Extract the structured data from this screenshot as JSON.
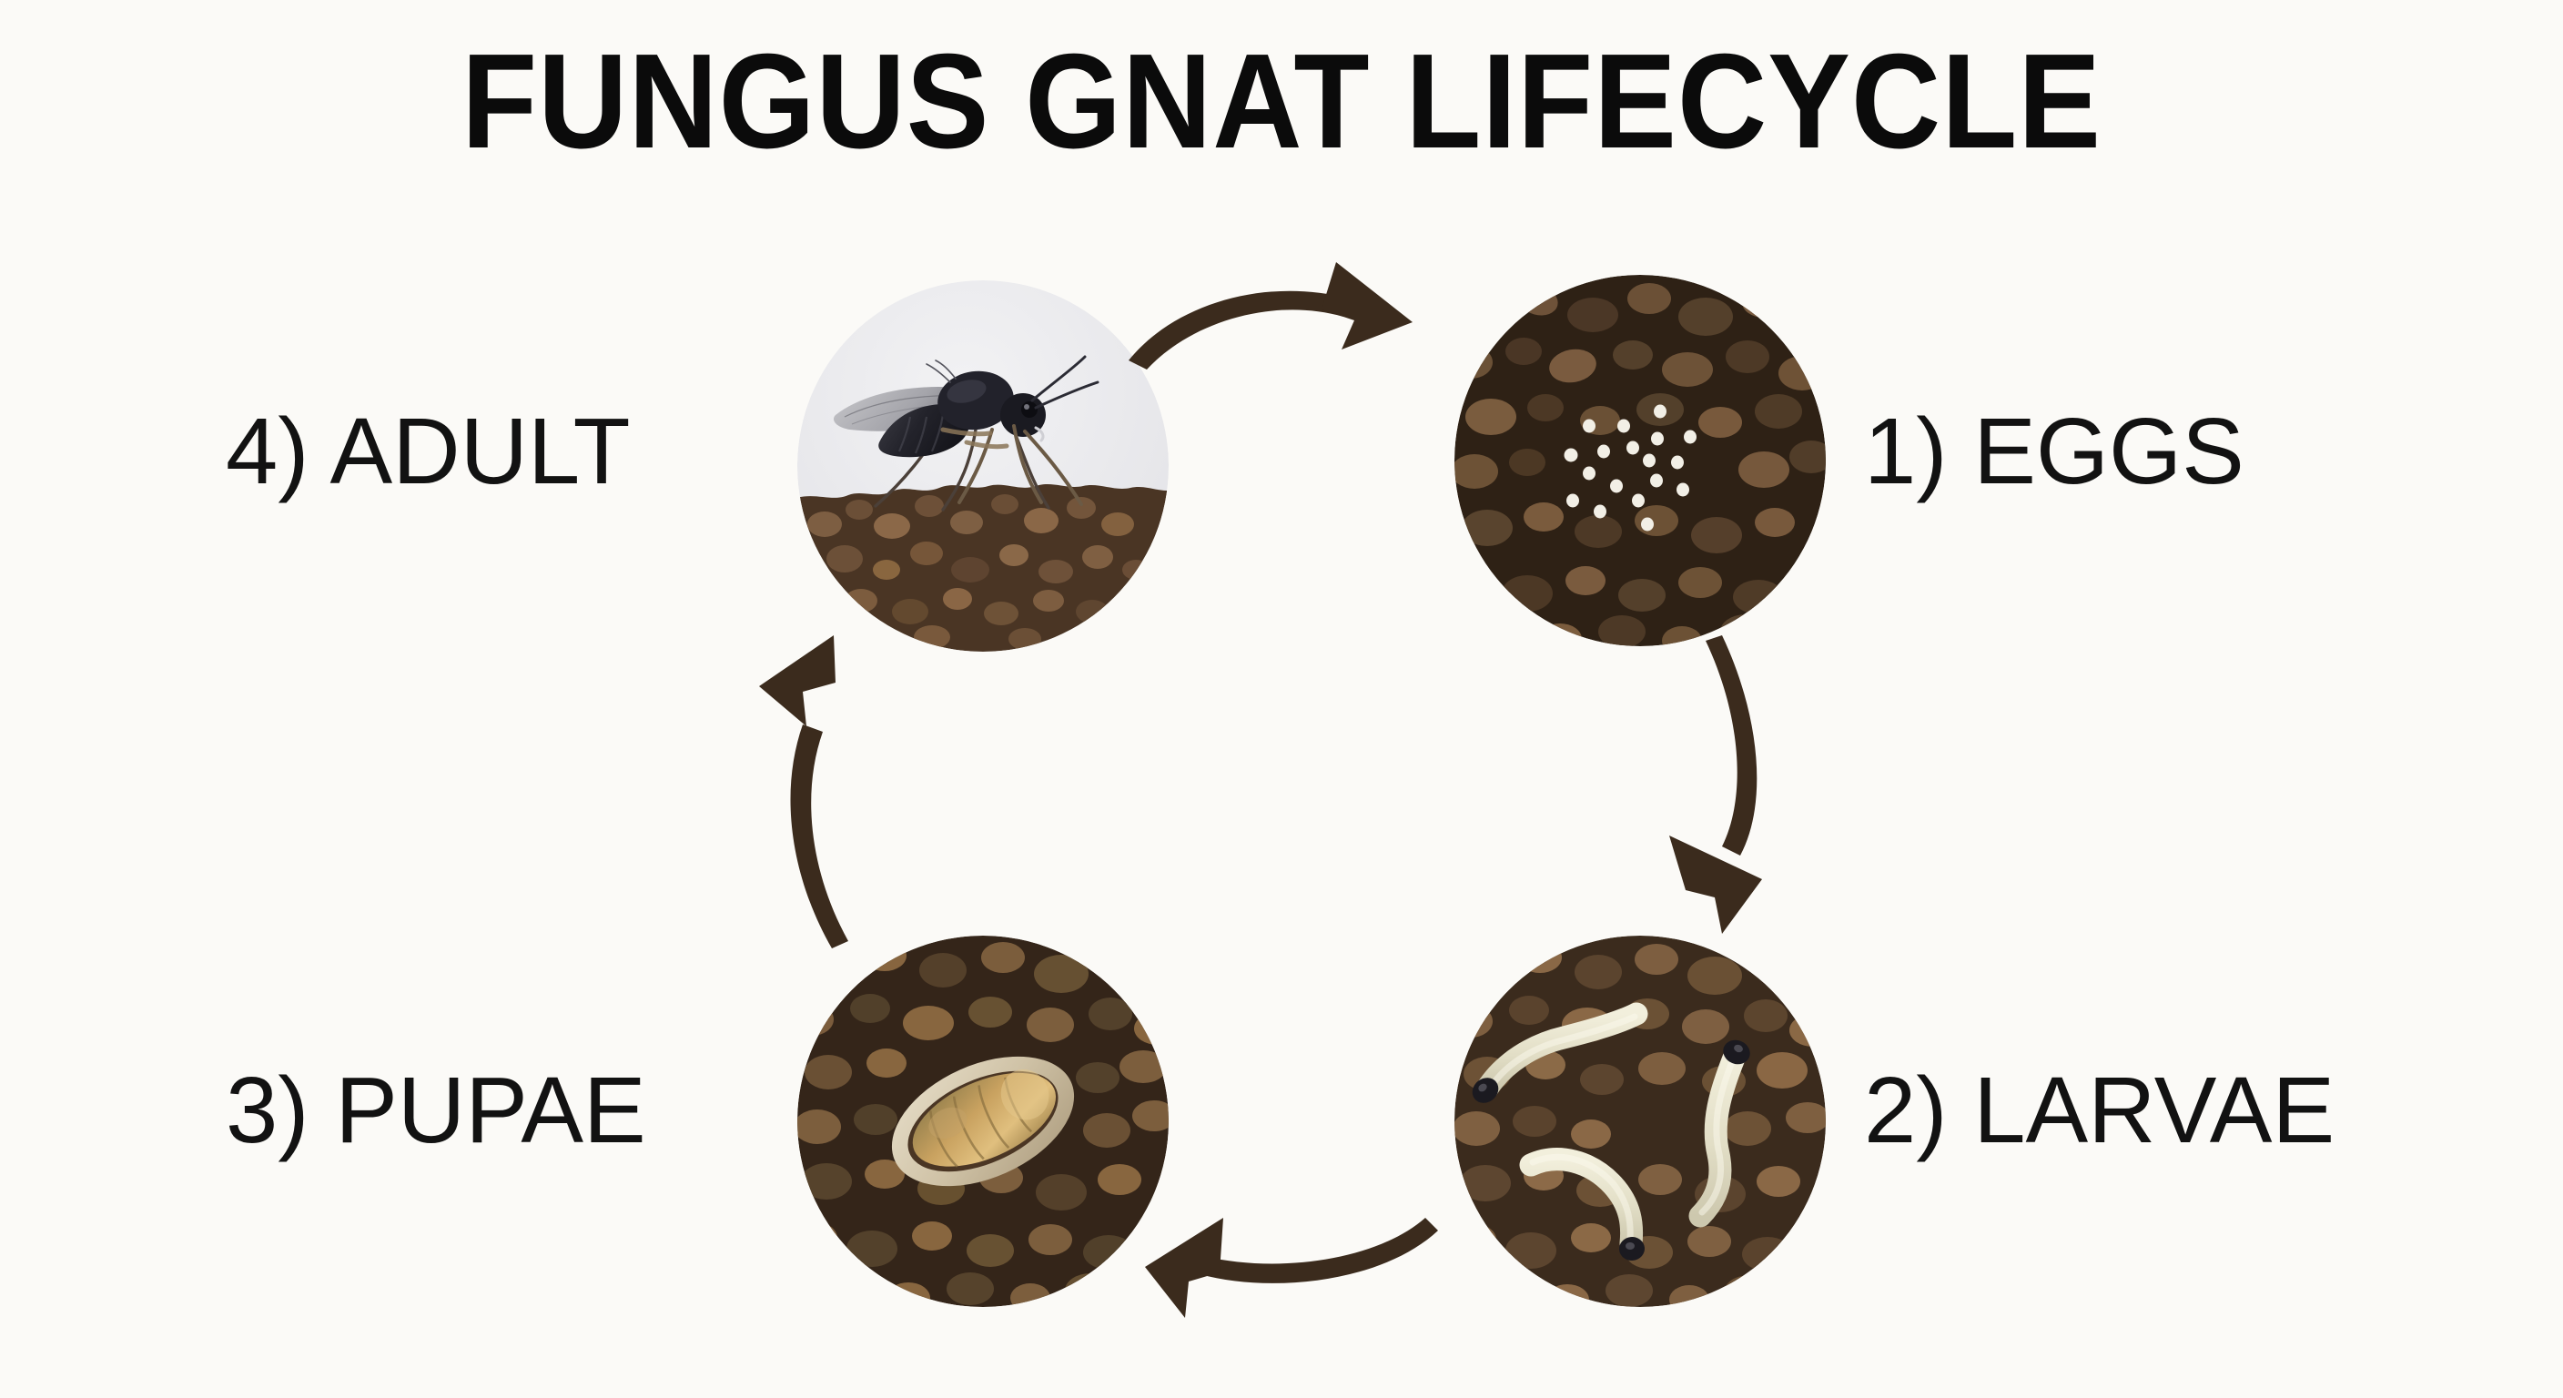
{
  "page": {
    "title": "FUNGUS GNAT LIFECYCLE",
    "background_color": "#fbfaf7",
    "text_color": "#121212"
  },
  "palette": {
    "arrow_brown": "#3b2b1d",
    "soil_dark": "#3a2a1c",
    "soil_mid": "#5b4330",
    "soil_light": "#8a6a4c",
    "soil_highlight": "#a98464",
    "egg_white": "#f4f2ec",
    "larva_body": "#e6e3cf",
    "larva_head": "#17161a",
    "pupa_case": "#ddd2bb",
    "pupa_body": "#bd9758",
    "adult_bg": "#e9e9ec",
    "gnat_body": "#22222a",
    "gnat_wing": "#9a9aa0",
    "gnat_leg": "#6b5a45"
  },
  "stages": [
    {
      "id": "eggs",
      "number": "1)",
      "name": "EGGS",
      "label": "1) EGGS",
      "position": "top-right",
      "icon": "eggs-in-soil-icon",
      "egg_count": 18,
      "description_visual": "dark brown soil with clustered tiny white eggs"
    },
    {
      "id": "larvae",
      "number": "2)",
      "name": "LARVAE",
      "label": "2) LARVAE",
      "position": "bottom-right",
      "icon": "larvae-in-soil-icon",
      "larva_count": 3,
      "description_visual": "three pale cream larvae with black heads on brown soil"
    },
    {
      "id": "pupae",
      "number": "3)",
      "name": "PUPAE",
      "label": "3) PUPAE",
      "position": "bottom-left",
      "icon": "pupa-in-soil-icon",
      "pupa_count": 1,
      "description_visual": "single golden-tan pupa inside a pale cocoon cell in soil"
    },
    {
      "id": "adult",
      "number": "4)",
      "name": "ADULT",
      "label": "4) ADULT",
      "position": "top-left",
      "icon": "adult-gnat-icon",
      "adult_count": 1,
      "description_visual": "dark adult fungus gnat standing on soil against light grey sky"
    }
  ],
  "arrows": [
    {
      "id": "adult-to-eggs",
      "from": "adult",
      "to": "eggs",
      "direction": "right",
      "color": "#3b2b1d"
    },
    {
      "id": "eggs-to-larvae",
      "from": "eggs",
      "to": "larvae",
      "direction": "down",
      "color": "#3b2b1d"
    },
    {
      "id": "larvae-to-pupae",
      "from": "larvae",
      "to": "pupae",
      "direction": "left",
      "color": "#3b2b1d"
    },
    {
      "id": "pupae-to-adult",
      "from": "pupae",
      "to": "adult",
      "direction": "up",
      "color": "#3b2b1d"
    }
  ]
}
